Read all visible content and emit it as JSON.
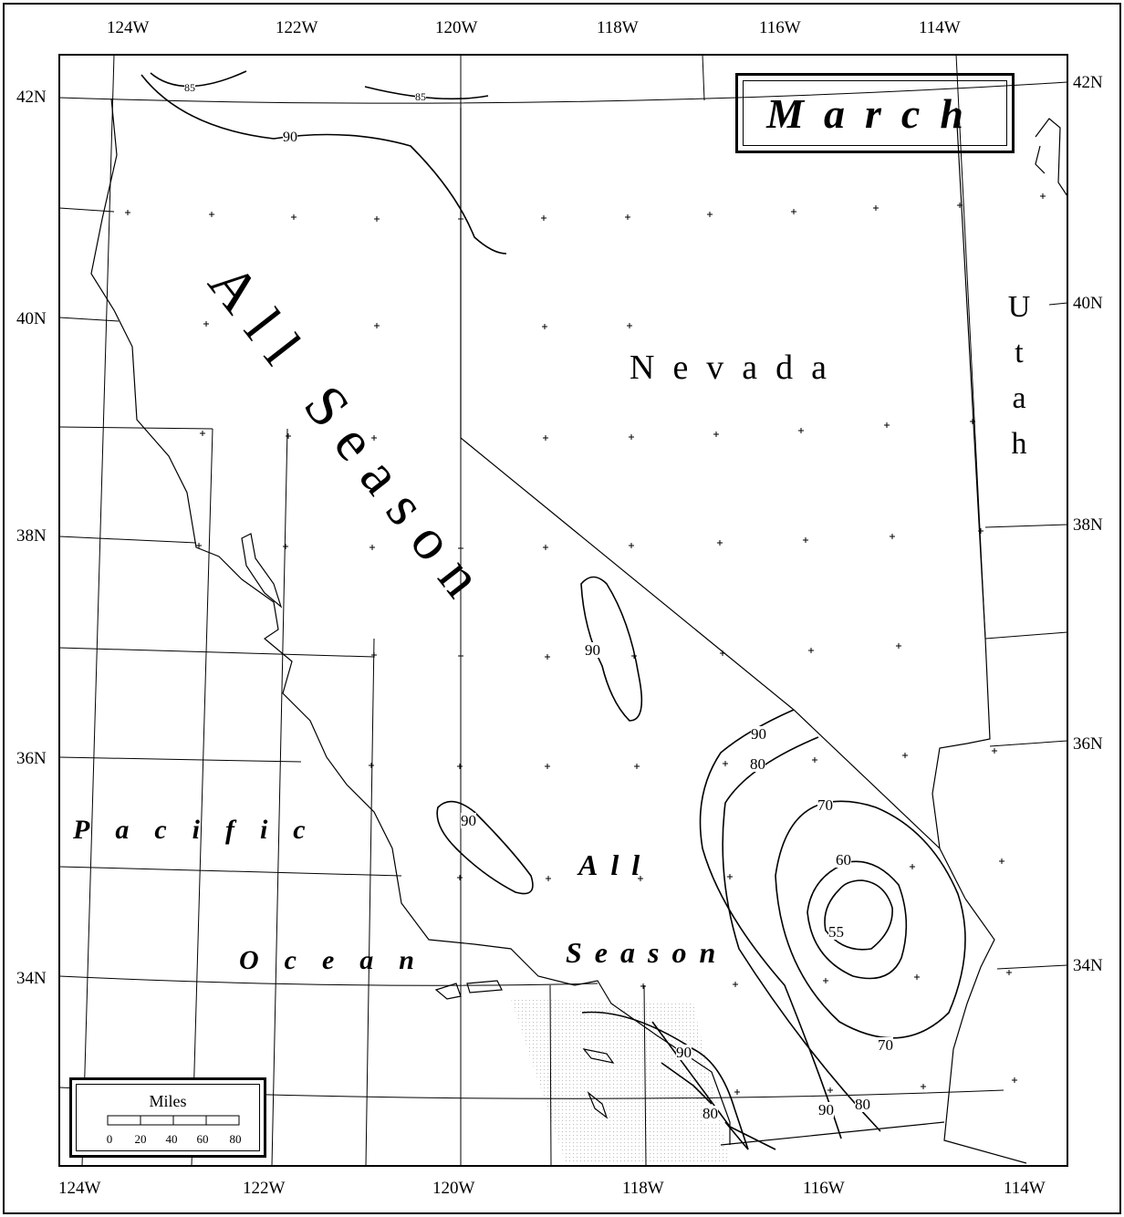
{
  "title": "March",
  "longitudes_top": [
    "124W",
    "122W",
    "120W",
    "118W",
    "116W",
    "114W"
  ],
  "longitudes_bottom": [
    "124W",
    "122W",
    "120W",
    "118W",
    "116W",
    "114W"
  ],
  "latitudes_left": [
    "42N",
    "40N",
    "38N",
    "36N",
    "34N"
  ],
  "latitudes_right": [
    "42N",
    "40N",
    "38N",
    "36N",
    "34N"
  ],
  "regions": {
    "nevada": "Nevada",
    "utah": [
      "U",
      "t",
      "a",
      "h"
    ],
    "pacific": "Pacific",
    "ocean": "Ocean",
    "all_season_big": "All Season",
    "all_label": "All",
    "season_label": "Season"
  },
  "contour_labels": [
    "85",
    "85",
    "90",
    "90",
    "90",
    "90",
    "80",
    "70",
    "60",
    "55",
    "70",
    "90",
    "80",
    "90",
    "80"
  ],
  "scale": {
    "title": "Miles",
    "ticks": [
      "0",
      "20",
      "40",
      "60",
      "80"
    ]
  },
  "colors": {
    "ink": "#000000",
    "paper": "#ffffff",
    "ocean_stipple": "#bdbdbd"
  }
}
